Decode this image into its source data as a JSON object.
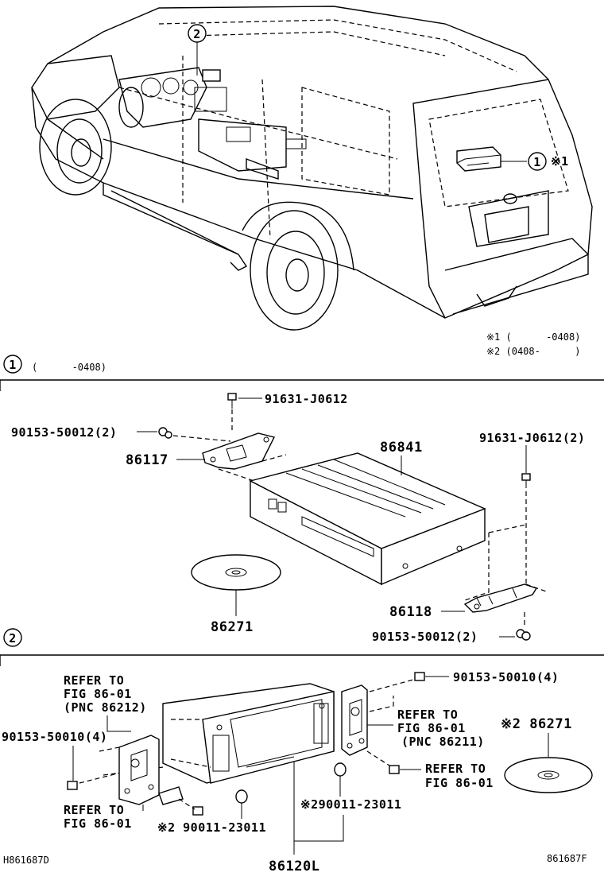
{
  "vehicle": {
    "callout_1": "1",
    "callout_2": "2",
    "note_mark_1": "※1"
  },
  "notes": {
    "note1": "※1 (      -0408)",
    "note2": "※2 (0408-      )"
  },
  "section1": {
    "marker": "1",
    "range": "(      -0408)",
    "parts": {
      "screw_top": "91631-J0612",
      "nut_left": "90153-50012(2)",
      "bracket_left": "86117",
      "changer": "86841",
      "screw_right": "91631-J0612(2)",
      "disc": "86271",
      "bracket_right": "86118",
      "nut_right": "90153-50012(2)"
    }
  },
  "section2": {
    "marker": "2",
    "parts": {
      "refer_left_top": [
        "REFER TO",
        "FIG 86-01",
        "(PNC 86212)"
      ],
      "screw_left": "90153-50010(4)",
      "refer_left_bottom": [
        "REFER TO",
        "FIG 86-01"
      ],
      "screw_right_top": "90153-50010(4)",
      "refer_right_top": [
        "REFER TO",
        "FIG 86-01",
        "(PNC 86211)"
      ],
      "refer_right_mid": [
        "REFER TO",
        "FIG 86-01"
      ],
      "disc2": "※2 86271",
      "cushion_left": "※2 90011-23011",
      "cushion_right": "※290011-23011",
      "receiver": "86120L"
    }
  },
  "footer": {
    "left_code": "H861687D",
    "right_code": "861687F"
  }
}
